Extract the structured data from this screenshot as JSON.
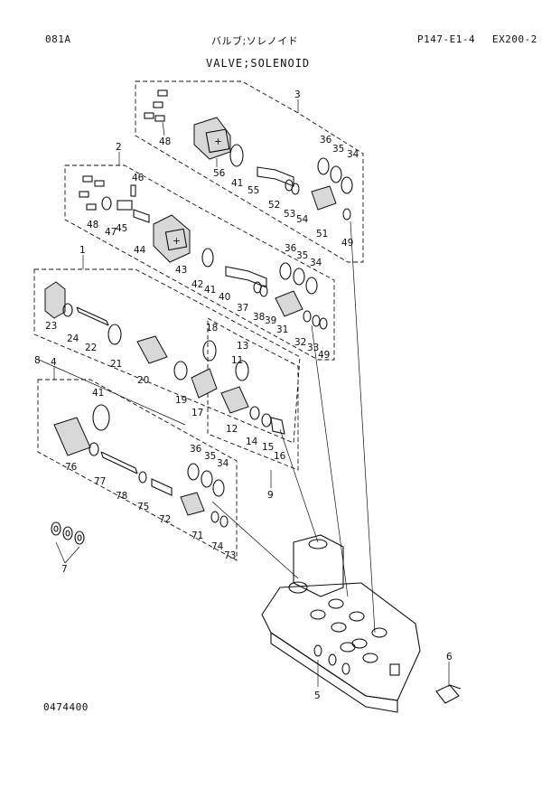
{
  "header": {
    "code_left": "081A",
    "title_jp": "バルブ;ソレノイド",
    "title_en": "VALVE;SOLENOID",
    "page_ref": "P147-E1-4",
    "model": "EX200-2"
  },
  "footer": {
    "drawing_number": "0474400"
  },
  "callouts": [
    {
      "id": "c3",
      "text": "3"
    },
    {
      "id": "c2",
      "text": "2"
    },
    {
      "id": "c1",
      "text": "1"
    },
    {
      "id": "c8",
      "text": "8"
    },
    {
      "id": "c4",
      "text": "4"
    },
    {
      "id": "c7",
      "text": "7"
    },
    {
      "id": "c9",
      "text": "9"
    },
    {
      "id": "c5",
      "text": "5"
    },
    {
      "id": "c6",
      "text": "6"
    },
    {
      "id": "c48a",
      "text": "48"
    },
    {
      "id": "c56",
      "text": "56"
    },
    {
      "id": "c41a",
      "text": "41"
    },
    {
      "id": "c55",
      "text": "55"
    },
    {
      "id": "c52",
      "text": "52"
    },
    {
      "id": "c53",
      "text": "53"
    },
    {
      "id": "c54",
      "text": "54"
    },
    {
      "id": "c36a",
      "text": "36"
    },
    {
      "id": "c35a",
      "text": "35"
    },
    {
      "id": "c34a",
      "text": "34"
    },
    {
      "id": "c51",
      "text": "51"
    },
    {
      "id": "c49a",
      "text": "49"
    },
    {
      "id": "c46",
      "text": "46"
    },
    {
      "id": "c48b",
      "text": "48"
    },
    {
      "id": "c47",
      "text": "47"
    },
    {
      "id": "c45",
      "text": "45"
    },
    {
      "id": "c44",
      "text": "44"
    },
    {
      "id": "c43",
      "text": "43"
    },
    {
      "id": "c42",
      "text": "42"
    },
    {
      "id": "c41b",
      "text": "41"
    },
    {
      "id": "c40",
      "text": "40"
    },
    {
      "id": "c37",
      "text": "37"
    },
    {
      "id": "c38",
      "text": "38"
    },
    {
      "id": "c39",
      "text": "39"
    },
    {
      "id": "c36b",
      "text": "36"
    },
    {
      "id": "c35b",
      "text": "35"
    },
    {
      "id": "c34b",
      "text": "34"
    },
    {
      "id": "c31",
      "text": "31"
    },
    {
      "id": "c32",
      "text": "32"
    },
    {
      "id": "c33",
      "text": "33"
    },
    {
      "id": "c49b",
      "text": "49"
    },
    {
      "id": "c23",
      "text": "23"
    },
    {
      "id": "c24",
      "text": "24"
    },
    {
      "id": "c22",
      "text": "22"
    },
    {
      "id": "c21",
      "text": "21"
    },
    {
      "id": "c20",
      "text": "20"
    },
    {
      "id": "c18",
      "text": "18"
    },
    {
      "id": "c19",
      "text": "19"
    },
    {
      "id": "c17",
      "text": "17"
    },
    {
      "id": "c13",
      "text": "13"
    },
    {
      "id": "c11",
      "text": "11"
    },
    {
      "id": "c12",
      "text": "12"
    },
    {
      "id": "c14",
      "text": "14"
    },
    {
      "id": "c15",
      "text": "15"
    },
    {
      "id": "c16",
      "text": "16"
    },
    {
      "id": "c41c",
      "text": "41"
    },
    {
      "id": "c76",
      "text": "76"
    },
    {
      "id": "c77",
      "text": "77"
    },
    {
      "id": "c78",
      "text": "78"
    },
    {
      "id": "c75",
      "text": "75"
    },
    {
      "id": "c72",
      "text": "72"
    },
    {
      "id": "c36c",
      "text": "36"
    },
    {
      "id": "c35c",
      "text": "35"
    },
    {
      "id": "c34c",
      "text": "34"
    },
    {
      "id": "c71",
      "text": "71"
    },
    {
      "id": "c74",
      "text": "74"
    },
    {
      "id": "c73",
      "text": "73"
    }
  ]
}
